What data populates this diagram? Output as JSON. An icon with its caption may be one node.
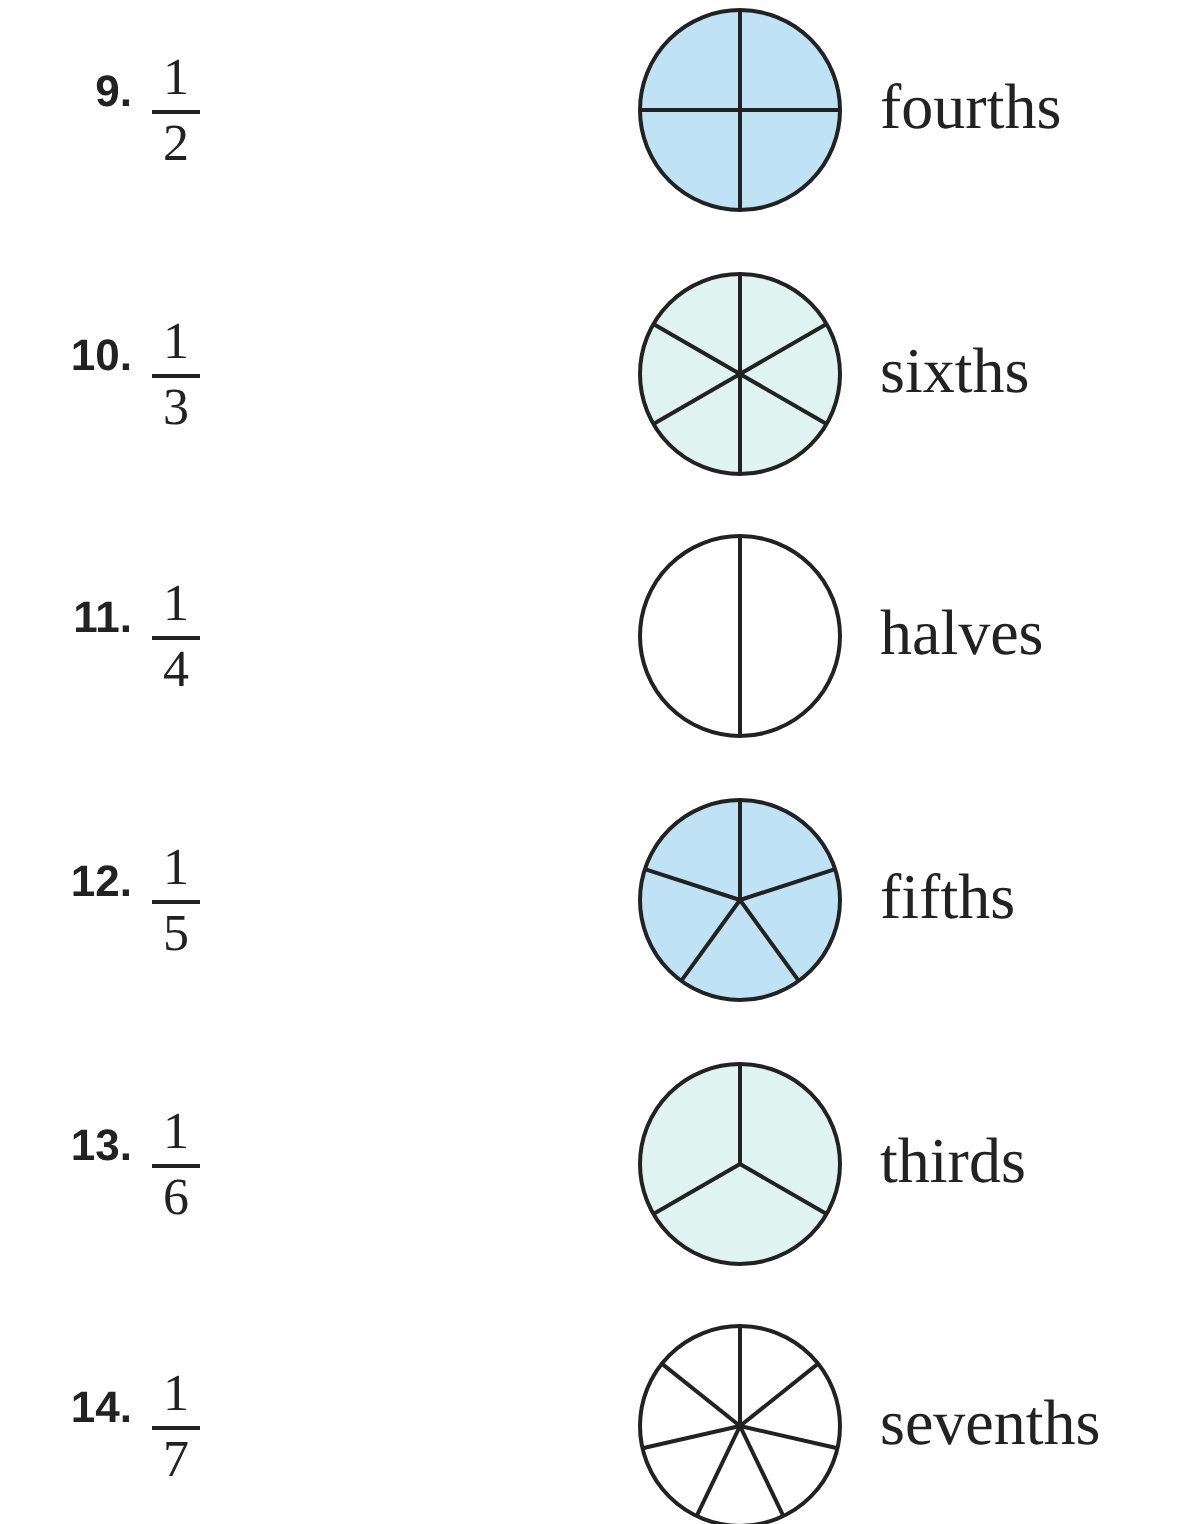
{
  "diagram": {
    "nodes": [
      {
        "text": [],
        "shape": "circle",
        "beside": [
          "fourths"
        ]
      },
      {
        "text": [],
        "shape": "circle",
        "beside": [
          "sixths"
        ]
      },
      {
        "text": [],
        "shape": "circle",
        "beside": [
          "halves"
        ]
      },
      {
        "text": [],
        "shape": "circle",
        "beside": [
          "fifths"
        ]
      },
      {
        "text": [],
        "shape": "circle",
        "beside": [
          "thirds"
        ]
      },
      {
        "text": [],
        "shape": "circle",
        "beside": [
          "sevenths"
        ]
      }
    ],
    "labels": [
      "9.",
      "1",
      "2",
      "10.",
      "1",
      "3",
      "11.",
      "1",
      "4",
      "12.",
      "1",
      "5",
      "13.",
      "1",
      "6",
      "14.",
      "1",
      "7"
    ]
  }
}
